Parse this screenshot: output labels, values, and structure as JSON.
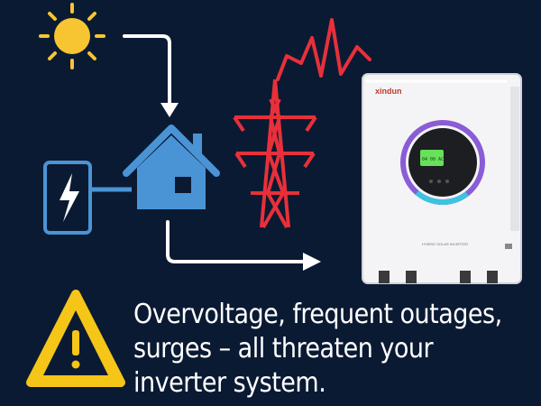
{
  "inverter": {
    "brand": "xindun",
    "lcd_reading": "04 00 AC",
    "product_label": "HYBRID SOLAR INVERTER"
  },
  "message": {
    "line1": "Overvoltage, frequent outages,",
    "line2": "surges – all threaten your",
    "line3": "inverter system."
  },
  "icons": [
    "sun-icon",
    "house-icon",
    "power-box-icon",
    "transmission-tower-icon",
    "voltage-spike-icon",
    "warning-icon",
    "solar-inverter"
  ],
  "colors": {
    "background": "#0b1a33",
    "sun": "#f7c531",
    "house": "#4a94d6",
    "tower": "#e8303a",
    "warning": "#f5c518",
    "arrow": "#ffffff"
  }
}
